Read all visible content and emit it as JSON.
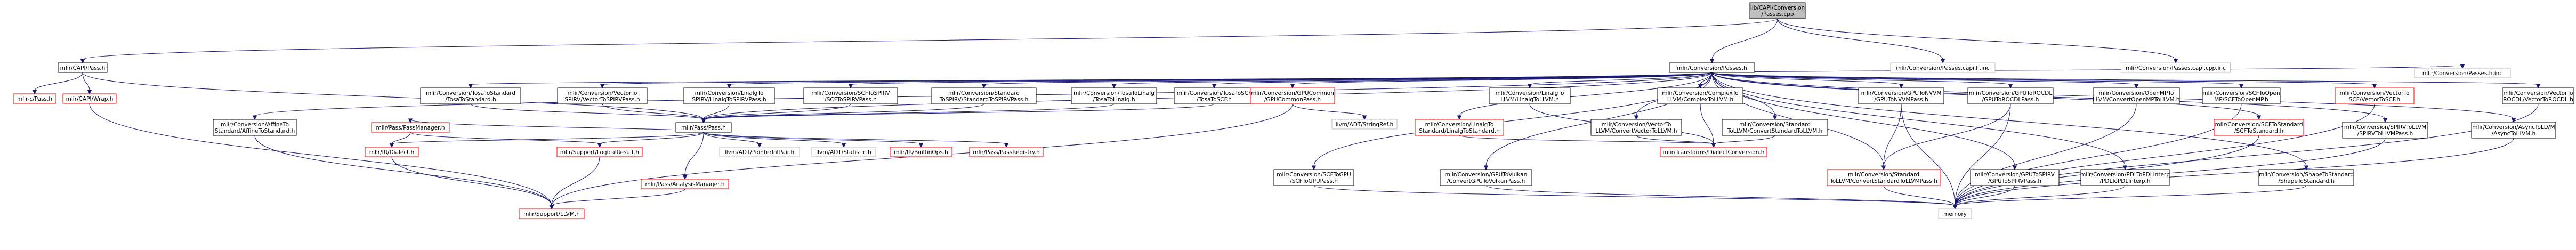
{
  "graph": {
    "colors": {
      "edge": "#191970",
      "node_border": "#000000",
      "node_border_missing": "#bfbfbf",
      "node_border_red": "#ff0000",
      "root_fill": "#bfbfbf",
      "node_fill": "#ffffff",
      "text": "#000000"
    },
    "nodes": [
      {
        "id": "root",
        "lines": [
          "lib/CAPI/Conversion",
          "/Passes.cpp"
        ],
        "style": "root"
      },
      {
        "id": "capi-pass",
        "lines": [
          "mlir/CAPI/Pass.h"
        ],
        "style": "normal"
      },
      {
        "id": "conv-passes",
        "lines": [
          "mlir/Conversion/Passes.h"
        ],
        "style": "normal"
      },
      {
        "id": "passes-capi-h",
        "lines": [
          "mlir/Conversion/Passes.capi.h.inc"
        ],
        "style": "missing"
      },
      {
        "id": "passes-capi-cpp",
        "lines": [
          "mlir/Conversion/Passes.capi.cpp.inc"
        ],
        "style": "missing"
      },
      {
        "id": "c-pass",
        "lines": [
          "mlir-c/Pass.h"
        ],
        "style": "red"
      },
      {
        "id": "capi-wrap",
        "lines": [
          "mlir/CAPI/Wrap.h"
        ],
        "style": "red"
      },
      {
        "id": "affine-std",
        "lines": [
          "mlir/Conversion/AffineTo",
          "Standard/AffineToStandard.h"
        ],
        "style": "normal"
      },
      {
        "id": "tosa-std",
        "lines": [
          "mlir/Conversion/TosaToStandard",
          "/TosaToStandard.h"
        ],
        "style": "normal"
      },
      {
        "id": "vec-spirv",
        "lines": [
          "mlir/Conversion/VectorTo",
          "SPIRV/VectorToSPIRVPass.h"
        ],
        "style": "normal"
      },
      {
        "id": "linalg-spirv",
        "lines": [
          "mlir/Conversion/LinalgTo",
          "SPIRV/LinalgToSPIRVPass.h"
        ],
        "style": "normal"
      },
      {
        "id": "scf-spirv",
        "lines": [
          "mlir/Conversion/SCFToSPIRV",
          "/SCFToSPIRVPass.h"
        ],
        "style": "normal"
      },
      {
        "id": "std-spirv",
        "lines": [
          "mlir/Conversion/Standard",
          "ToSPIRV/StandardToSPIRVPass.h"
        ],
        "style": "normal"
      },
      {
        "id": "tosa-linalg",
        "lines": [
          "mlir/Conversion/TosaToLinalg",
          "/TosaToLinalg.h"
        ],
        "style": "normal"
      },
      {
        "id": "tosa-scf",
        "lines": [
          "mlir/Conversion/TosaToSCF",
          "/TosaToSCF.h"
        ],
        "style": "normal"
      },
      {
        "id": "gpu-common",
        "lines": [
          "mlir/Conversion/GPUCommon",
          "/GPUCommonPass.h"
        ],
        "style": "red"
      },
      {
        "id": "stringref",
        "lines": [
          "llvm/ADT/StringRef.h"
        ],
        "style": "missing"
      },
      {
        "id": "linalg-std",
        "lines": [
          "mlir/Conversion/LinalgTo",
          "Standard/LinalgToStandard.h"
        ],
        "style": "red"
      },
      {
        "id": "linalg-llvm",
        "lines": [
          "mlir/Conversion/LinalgTo",
          "LLVM/LinalgToLLVM.h"
        ],
        "style": "normal"
      },
      {
        "id": "vec-llvm",
        "lines": [
          "mlir/Conversion/VectorTo",
          "LLVM/ConvertVectorToLLVM.h"
        ],
        "style": "normal"
      },
      {
        "id": "complex-llvm",
        "lines": [
          "mlir/Conversion/ComplexTo",
          "LLVM/ComplexToLLVM.h"
        ],
        "style": "normal"
      },
      {
        "id": "std-llvm",
        "lines": [
          "mlir/Conversion/Standard",
          "ToLLVM/ConvertStandardToLLVM.h"
        ],
        "style": "normal"
      },
      {
        "id": "gpu-nvvm",
        "lines": [
          "mlir/Conversion/GPUToNVVM",
          "/GPUToNVVMPass.h"
        ],
        "style": "normal"
      },
      {
        "id": "gpu-rocdl",
        "lines": [
          "mlir/Conversion/GPUToROCDL",
          "/GPUToROCDLPass.h"
        ],
        "style": "normal"
      },
      {
        "id": "openmp-llvm",
        "lines": [
          "mlir/Conversion/OpenMPTo",
          "LLVM/ConvertOpenMPToLLVM.h"
        ],
        "style": "normal"
      },
      {
        "id": "scf-openmp",
        "lines": [
          "mlir/Conversion/SCFToOpen",
          "MP/SCFToOpenMP.h"
        ],
        "style": "normal"
      },
      {
        "id": "scf-std",
        "lines": [
          "mlir/Conversion/SCFToStandard",
          "/SCFToStandard.h"
        ],
        "style": "red"
      },
      {
        "id": "vec-scf",
        "lines": [
          "mlir/Conversion/VectorTo",
          "SCF/VectorToSCF.h"
        ],
        "style": "red"
      },
      {
        "id": "passes-h-inc",
        "lines": [
          "mlir/Conversion/Passes.h.inc"
        ],
        "style": "missing"
      },
      {
        "id": "vec-rocdl",
        "lines": [
          "mlir/Conversion/VectorTo",
          "ROCDL/VectorToROCDL.h"
        ],
        "style": "normal"
      },
      {
        "id": "pass-h",
        "lines": [
          "mlir/Pass/Pass.h"
        ],
        "style": "normal"
      },
      {
        "id": "pass-manager",
        "lines": [
          "mlir/Pass/PassManager.h"
        ],
        "style": "red"
      },
      {
        "id": "scf-gpu",
        "lines": [
          "mlir/Conversion/SCFToGPU",
          "/SCFToGPUPass.h"
        ],
        "style": "normal"
      },
      {
        "id": "gpu-vulkan",
        "lines": [
          "mlir/Conversion/GPUToVulkan",
          "/ConvertGPUToVulkanPass.h"
        ],
        "style": "normal"
      },
      {
        "id": "transforms-dialect",
        "lines": [
          "mlir/Transforms/DialectConversion.h"
        ],
        "style": "red"
      },
      {
        "id": "std-llvm-pass",
        "lines": [
          "mlir/Conversion/Standard",
          "ToLLVM/ConvertStandardToLLVMPass.h"
        ],
        "style": "red"
      },
      {
        "id": "gpu-spirv",
        "lines": [
          "mlir/Conversion/GPUToSPIRV",
          "/GPUToSPIRVPass.h"
        ],
        "style": "normal"
      },
      {
        "id": "pdl-interp",
        "lines": [
          "mlir/Conversion/PDLToPDLInterp",
          "/PDLToPDLInterp.h"
        ],
        "style": "normal"
      },
      {
        "id": "spirv-llvm",
        "lines": [
          "mlir/Conversion/SPIRVToLLVM",
          "/SPIRVToLLVMPass.h"
        ],
        "style": "normal"
      },
      {
        "id": "async-llvm",
        "lines": [
          "mlir/Conversion/AsyncToLLVM",
          "/AsyncToLLVM.h"
        ],
        "style": "normal"
      },
      {
        "id": "shape-std",
        "lines": [
          "mlir/Conversion/ShapeToStandard",
          "/ShapeToStandard.h"
        ],
        "style": "normal"
      },
      {
        "id": "ir-dialect",
        "lines": [
          "mlir/IR/Dialect.h"
        ],
        "style": "red"
      },
      {
        "id": "logical-result",
        "lines": [
          "mlir/Support/LogicalResult.h"
        ],
        "style": "red"
      },
      {
        "id": "ptr-int-pair",
        "lines": [
          "llvm/ADT/PointerIntPair.h"
        ],
        "style": "missing"
      },
      {
        "id": "statistic",
        "lines": [
          "llvm/ADT/Statistic.h"
        ],
        "style": "missing"
      },
      {
        "id": "builtin-ops",
        "lines": [
          "mlir/IR/BuiltinOps.h"
        ],
        "style": "red"
      },
      {
        "id": "pass-registry",
        "lines": [
          "mlir/Pass/PassRegistry.h"
        ],
        "style": "red"
      },
      {
        "id": "analysis-manager",
        "lines": [
          "mlir/Pass/AnalysisManager.h"
        ],
        "style": "red"
      },
      {
        "id": "support-llvm",
        "lines": [
          "mlir/Support/LLVM.h"
        ],
        "style": "red"
      },
      {
        "id": "memory",
        "lines": [
          "memory"
        ],
        "style": "missing"
      }
    ],
    "edges": [
      [
        "root",
        "capi-pass"
      ],
      [
        "root",
        "conv-passes"
      ],
      [
        "root",
        "passes-capi-h"
      ],
      [
        "root",
        "passes-capi-cpp"
      ],
      [
        "capi-pass",
        "c-pass"
      ],
      [
        "capi-pass",
        "capi-wrap"
      ],
      [
        "capi-pass",
        "pass-h"
      ],
      [
        "capi-wrap",
        "support-llvm"
      ],
      [
        "conv-passes",
        "affine-std"
      ],
      [
        "conv-passes",
        "tosa-std"
      ],
      [
        "conv-passes",
        "vec-spirv"
      ],
      [
        "conv-passes",
        "linalg-spirv"
      ],
      [
        "conv-passes",
        "scf-spirv"
      ],
      [
        "conv-passes",
        "std-spirv"
      ],
      [
        "conv-passes",
        "tosa-linalg"
      ],
      [
        "conv-passes",
        "tosa-scf"
      ],
      [
        "conv-passes",
        "gpu-common"
      ],
      [
        "conv-passes",
        "linalg-std"
      ],
      [
        "conv-passes",
        "linalg-llvm"
      ],
      [
        "conv-passes",
        "vec-llvm"
      ],
      [
        "conv-passes",
        "complex-llvm"
      ],
      [
        "conv-passes",
        "std-llvm"
      ],
      [
        "conv-passes",
        "gpu-nvvm"
      ],
      [
        "conv-passes",
        "gpu-rocdl"
      ],
      [
        "conv-passes",
        "openmp-llvm"
      ],
      [
        "conv-passes",
        "scf-openmp"
      ],
      [
        "conv-passes",
        "scf-std"
      ],
      [
        "conv-passes",
        "vec-scf"
      ],
      [
        "conv-passes",
        "passes-h-inc"
      ],
      [
        "conv-passes",
        "vec-rocdl"
      ],
      [
        "conv-passes",
        "scf-gpu"
      ],
      [
        "conv-passes",
        "gpu-vulkan"
      ],
      [
        "conv-passes",
        "std-llvm-pass"
      ],
      [
        "conv-passes",
        "gpu-spirv"
      ],
      [
        "conv-passes",
        "pdl-interp"
      ],
      [
        "conv-passes",
        "spirv-llvm"
      ],
      [
        "conv-passes",
        "async-llvm"
      ],
      [
        "conv-passes",
        "shape-std"
      ],
      [
        "conv-passes",
        "pass-h"
      ],
      [
        "affine-std",
        "support-llvm"
      ],
      [
        "tosa-std",
        "pass-h"
      ],
      [
        "vec-spirv",
        "pass-h"
      ],
      [
        "linalg-spirv",
        "pass-h"
      ],
      [
        "scf-spirv",
        "pass-h"
      ],
      [
        "std-spirv",
        "pass-h"
      ],
      [
        "tosa-linalg",
        "pass-h"
      ],
      [
        "tosa-scf",
        "pass-h"
      ],
      [
        "gpu-common",
        "stringref"
      ],
      [
        "gpu-common",
        "support-llvm"
      ],
      [
        "linalg-std",
        "transforms-dialect"
      ],
      [
        "linalg-llvm",
        "transforms-dialect"
      ],
      [
        "vec-llvm",
        "transforms-dialect"
      ],
      [
        "complex-llvm",
        "transforms-dialect"
      ],
      [
        "std-llvm",
        "transforms-dialect"
      ],
      [
        "gpu-nvvm",
        "std-llvm-pass"
      ],
      [
        "gpu-rocdl",
        "std-llvm-pass"
      ],
      [
        "gpu-nvvm",
        "memory"
      ],
      [
        "gpu-rocdl",
        "memory"
      ],
      [
        "openmp-llvm",
        "memory"
      ],
      [
        "scf-openmp",
        "memory"
      ],
      [
        "scf-std",
        "memory"
      ],
      [
        "vec-scf",
        "memory"
      ],
      [
        "vec-rocdl",
        "memory"
      ],
      [
        "scf-gpu",
        "memory"
      ],
      [
        "gpu-vulkan",
        "memory"
      ],
      [
        "std-llvm-pass",
        "memory"
      ],
      [
        "gpu-spirv",
        "memory"
      ],
      [
        "pdl-interp",
        "memory"
      ],
      [
        "spirv-llvm",
        "memory"
      ],
      [
        "async-llvm",
        "memory"
      ],
      [
        "shape-std",
        "memory"
      ],
      [
        "pass-h",
        "ir-dialect"
      ],
      [
        "pass-h",
        "pass-manager"
      ],
      [
        "pass-h",
        "logical-result"
      ],
      [
        "pass-h",
        "ptr-int-pair"
      ],
      [
        "pass-h",
        "statistic"
      ],
      [
        "pass-h",
        "builtin-ops"
      ],
      [
        "pass-h",
        "pass-registry"
      ],
      [
        "pass-h",
        "analysis-manager"
      ],
      [
        "pass-manager",
        "logical-result"
      ],
      [
        "pass-manager",
        "ir-dialect"
      ],
      [
        "analysis-manager",
        "support-llvm"
      ],
      [
        "logical-result",
        "support-llvm"
      ],
      [
        "ir-dialect",
        "support-llvm"
      ]
    ]
  }
}
